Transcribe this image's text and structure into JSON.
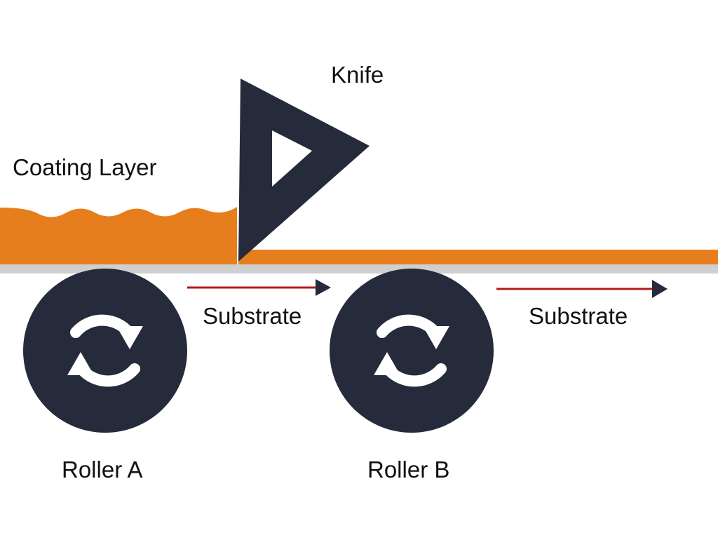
{
  "labels": {
    "knife": "Knife",
    "coating_layer": "Coating Layer",
    "substrate_1": "Substrate",
    "substrate_2": "Substrate",
    "roller_a": "Roller A",
    "roller_b": "Roller B"
  },
  "colors": {
    "coating": "#e67e1e",
    "knife": "#262b3b",
    "roller": "#262b3b",
    "substrate": "#cfcfcf",
    "arrow": "#b01a1a",
    "arrow_head": "#262b3b",
    "text": "#111111",
    "background": "#ffffff"
  },
  "icons": {
    "roller_a": "rotate-arrows-icon",
    "roller_b": "rotate-arrows-icon"
  }
}
